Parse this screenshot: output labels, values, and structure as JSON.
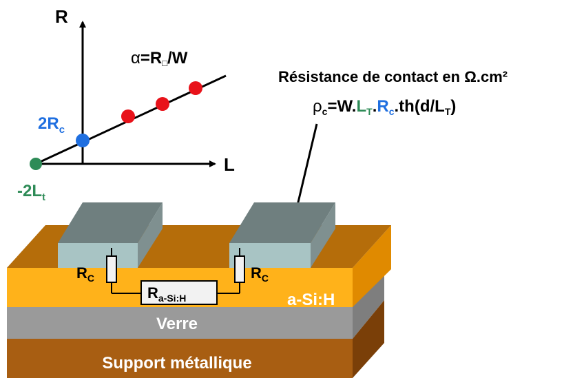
{
  "graph": {
    "y_axis_label": "R",
    "x_axis_label": "L",
    "slope_label": {
      "alpha": "α",
      "eq": "=R",
      "sub": "□",
      "tail": "/W"
    },
    "intercept_label": {
      "main": "2R",
      "sub": "c"
    },
    "x_intercept_label": {
      "main": "-2L",
      "sub": "t"
    }
  },
  "formula": {
    "title": "Résistance de contact en Ω.cm²",
    "rho": "ρ",
    "rho_sub": "c",
    "eq": "=W.",
    "lt": "L",
    "lt_sub": "T",
    "dot1": ".",
    "rc": "R",
    "rc_sub": "c",
    "tail": ".th(d/L",
    "tail_sub": "T",
    "close": ")"
  },
  "device": {
    "layer_asi": "a-Si:H",
    "layer_glass": "Verre",
    "layer_support": "Support métallique",
    "rc_left": {
      "main": "R",
      "sub": "C"
    },
    "rc_right": {
      "main": "R",
      "sub": "C"
    },
    "r_asi": {
      "main": "R",
      "sub": "a-Si:H"
    }
  },
  "colors": {
    "green": "#2e8b57",
    "blue": "#1f6fe0",
    "red": "#e8121a",
    "asi": "#ffb21a",
    "glass": "#9a9a9a",
    "support": "#a85e12",
    "contact": "#8fa3a3"
  }
}
